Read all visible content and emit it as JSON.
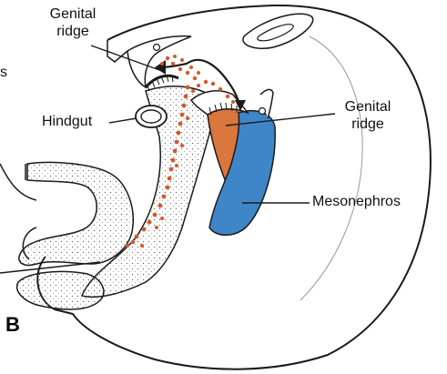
{
  "labels": {
    "genital_ridge_top_line1": "Genital",
    "genital_ridge_top_line2": "ridge",
    "genital_ridge_right_line1": "Genital",
    "genital_ridge_right_line2": "ridge",
    "hindgut": "Hindgut",
    "mesonephros": "Mesonephros",
    "cropped_left_fragment": "s",
    "panel_letter": "B"
  },
  "colors": {
    "genital_ridge_fill": "#d9773c",
    "mesonephros_fill": "#3f86c9",
    "germ_cell_dots": "#d2592a",
    "outline": "#1a1a1a"
  }
}
